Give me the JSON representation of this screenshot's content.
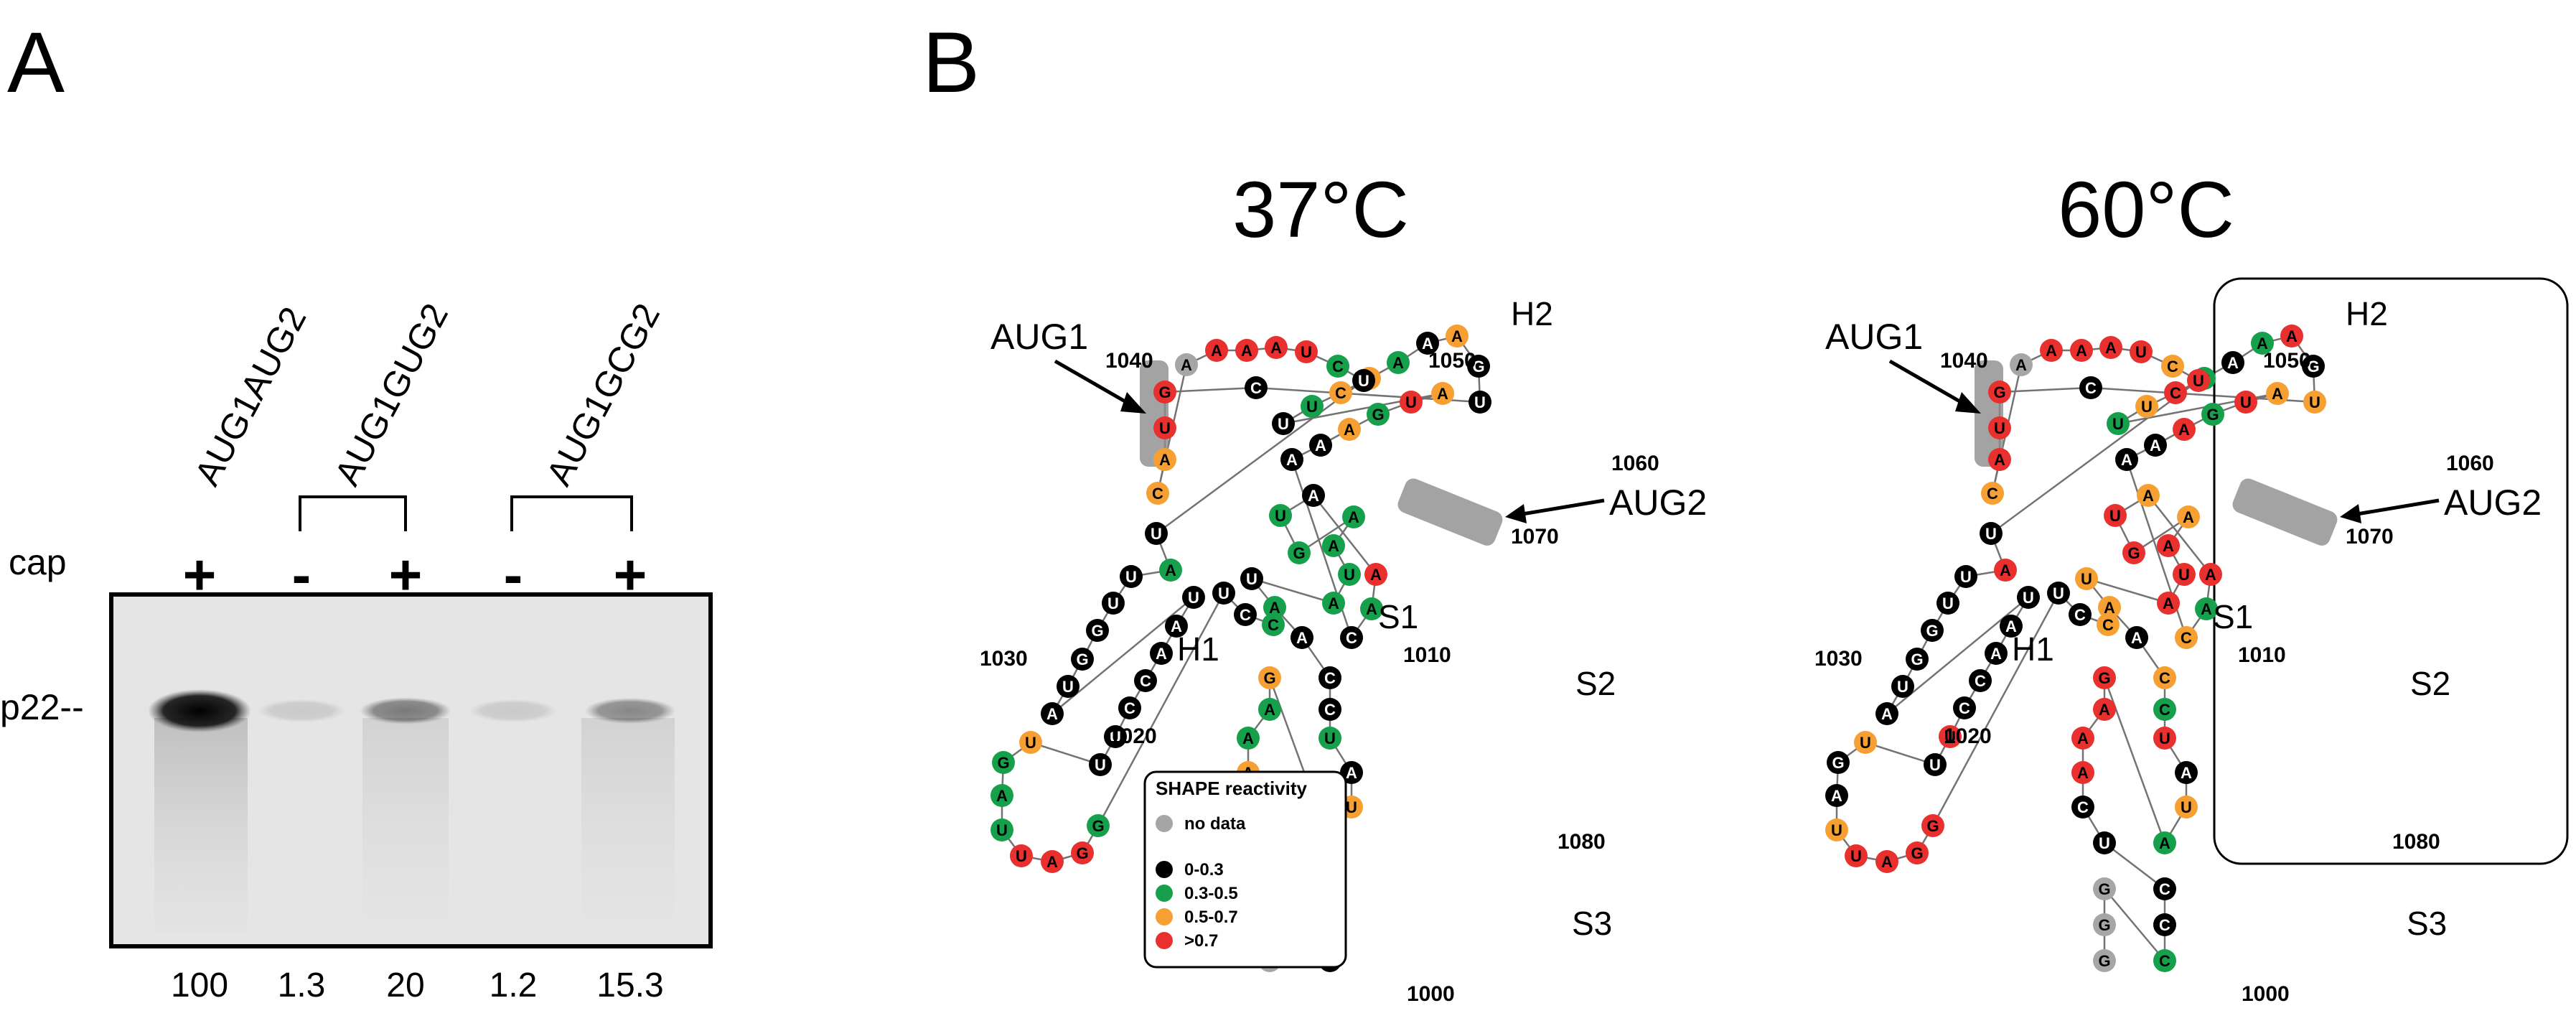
{
  "panel_a": {
    "letter": "A",
    "lanes": [
      "AUG1AUG2",
      "AUG1GUG2",
      "AUG1GCG2"
    ],
    "cap_label": "cap",
    "cap_signs": [
      "+",
      "-",
      "+",
      "-",
      "+"
    ],
    "band_label": "p22--",
    "quantities": [
      "100",
      "1.3",
      "20",
      "1.2",
      "15.3"
    ],
    "band_intensity": [
      1.0,
      0.013,
      0.2,
      0.012,
      0.153
    ]
  },
  "panel_b": {
    "letter": "B",
    "left_title": "37°C",
    "right_title": "60°C",
    "labels": {
      "aug1": "AUG1",
      "aug2": "AUG2",
      "h1": "H1",
      "h2": "H2",
      "s1": "S1",
      "s2": "S2",
      "s3": "S3"
    },
    "positions": [
      "1040",
      "1050",
      "1060",
      "1070",
      "1030",
      "1020",
      "1010",
      "1080",
      "1000"
    ],
    "legend": {
      "title": "SHAPE reactivity",
      "nodata": "no data",
      "bins": [
        "0-0.3",
        "0.3-0.5",
        "0.5-0.7",
        ">0.7"
      ]
    },
    "colors": {
      "nodata": "#a6a6a6",
      "low": "#000000",
      "mid": "#16a04b",
      "high": "#f6a034",
      "vhigh": "#e8302f"
    }
  }
}
